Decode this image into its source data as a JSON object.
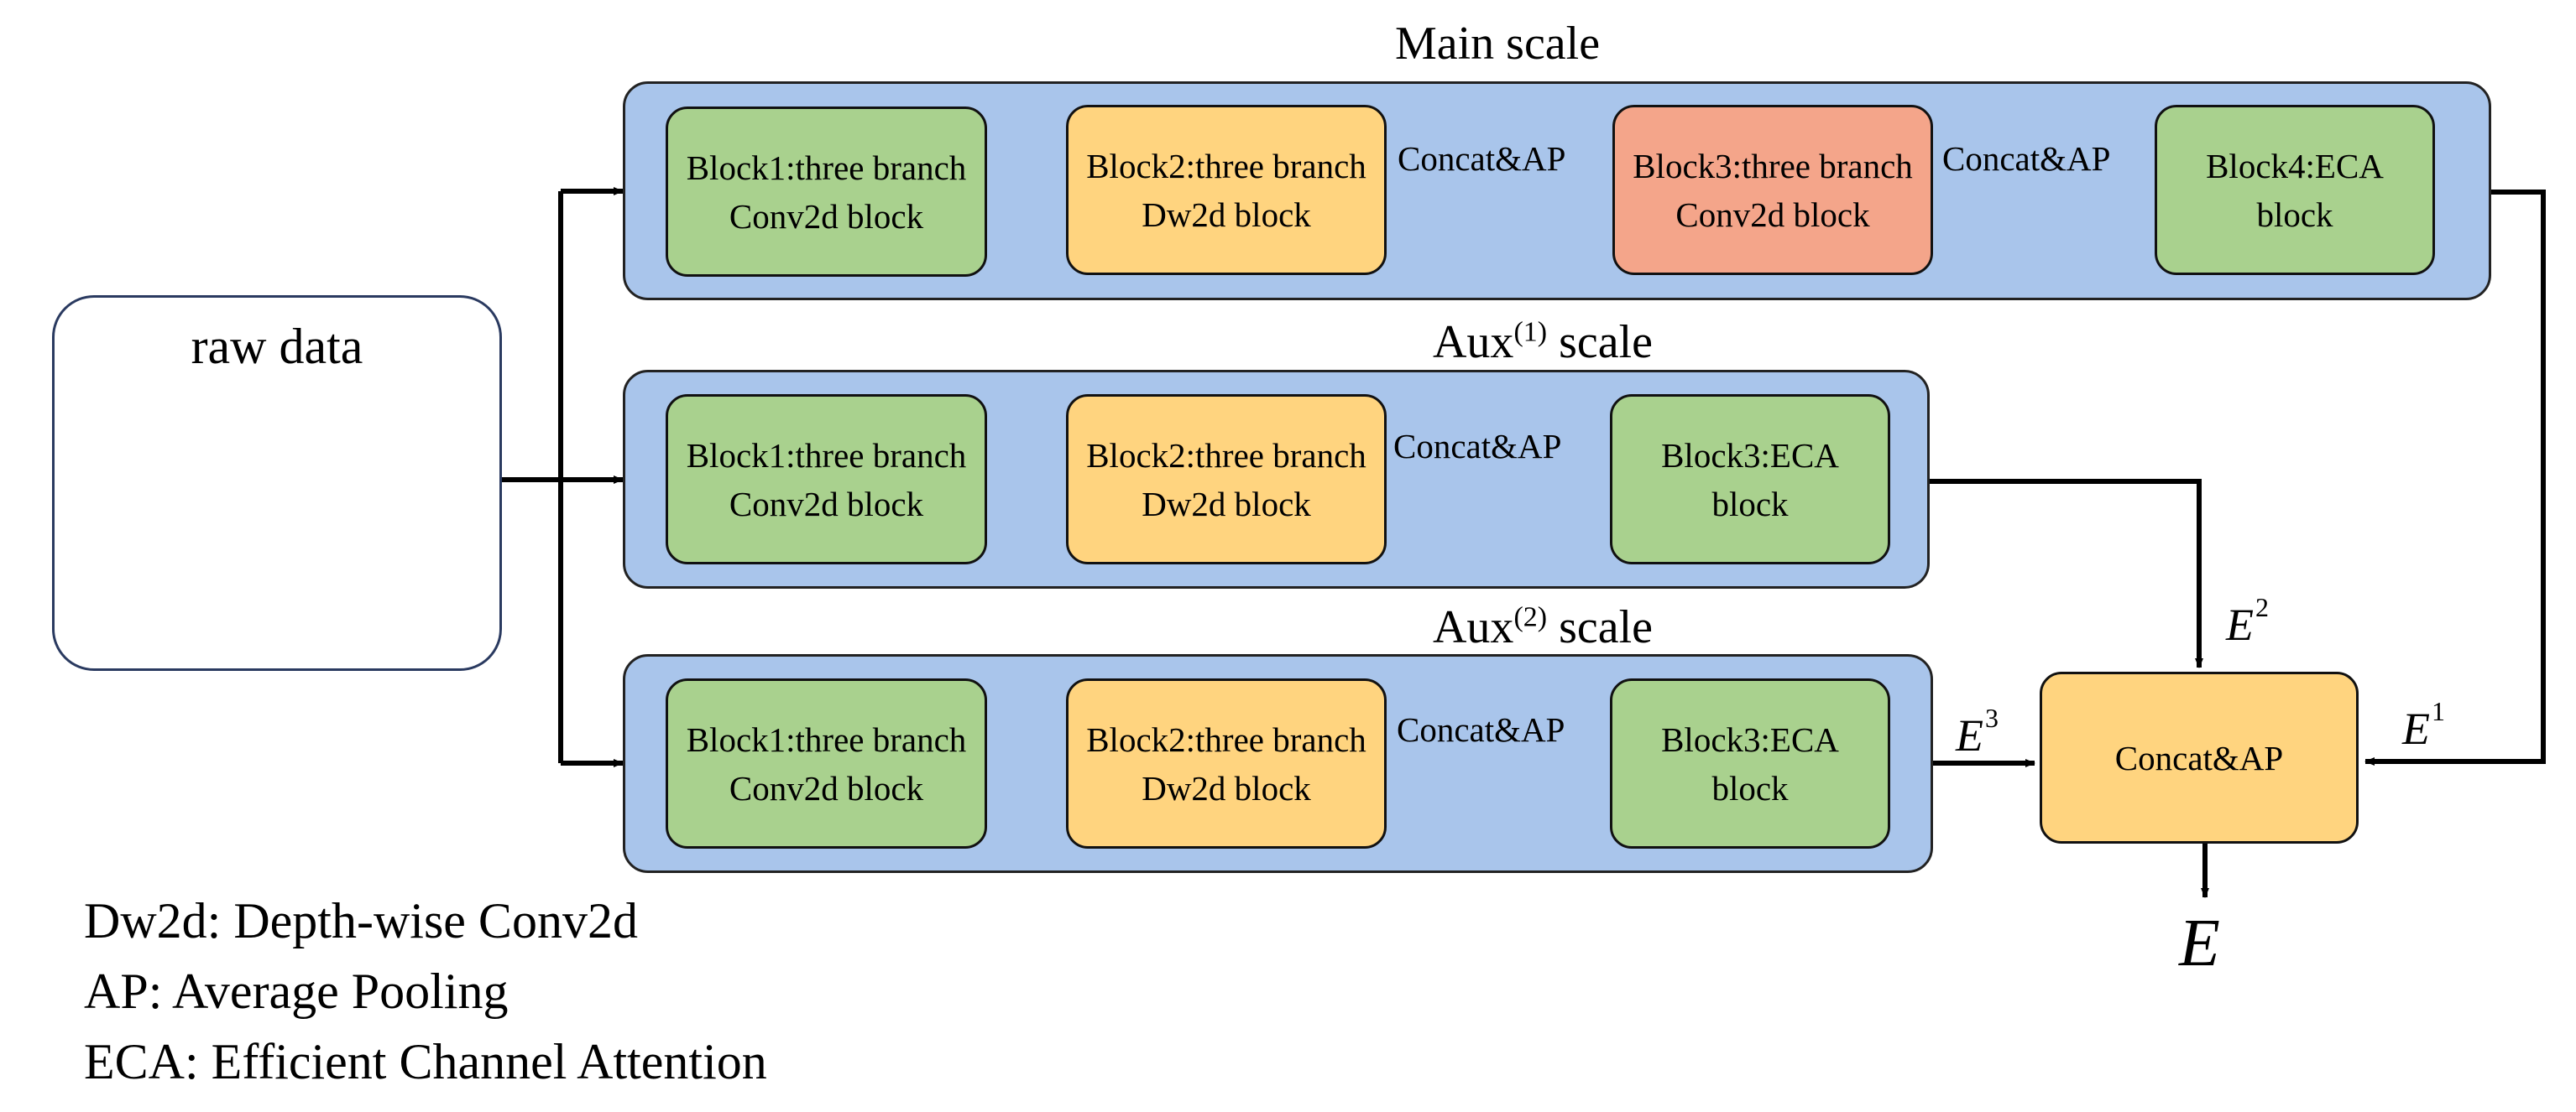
{
  "raw_data": {
    "title": "raw data"
  },
  "scales": {
    "main": {
      "title": "Main scale",
      "blocks": {
        "b1": "Block1:three branch Conv2d block",
        "b2": "Block2:three branch Dw2d block",
        "b3": "Block3:three branch Conv2d block",
        "b4": "Block4:ECA block"
      },
      "edge_labels": {
        "e23": "Concat&AP",
        "e34": "Concat&AP"
      }
    },
    "aux1": {
      "title_prefix": "Aux",
      "title_sup": "(1)",
      "title_suffix": " scale",
      "blocks": {
        "b1": "Block1:three branch Conv2d block",
        "b2": "Block2:three branch Dw2d block",
        "b3": "Block3:ECA block"
      },
      "edge_labels": {
        "e23": "Concat&AP"
      }
    },
    "aux2": {
      "title_prefix": "Aux",
      "title_sup": "(2)",
      "title_suffix": " scale",
      "blocks": {
        "b1": "Block1:three branch Conv2d block",
        "b2": "Block2:three branch Dw2d block",
        "b3": "Block3:ECA block"
      },
      "edge_labels": {
        "e23": "Concat&AP"
      }
    }
  },
  "fusion": {
    "label": "Concat&AP",
    "inputs": {
      "e1": {
        "symbol": "E",
        "sup": "1"
      },
      "e2": {
        "symbol": "E",
        "sup": "2"
      },
      "e3": {
        "symbol": "E",
        "sup": "3"
      }
    },
    "output": "E"
  },
  "legend": [
    "Dw2d: Depth-wise Conv2d",
    "AP: Average Pooling",
    "ECA: Efficient Channel Attention"
  ],
  "colors": {
    "panel": "#a9c5eb",
    "conv_block": "#a9d18e",
    "dw_block": "#ffd47f",
    "conv_block_main_b3": "#f4a58a",
    "fusion_block": "#ffd47f"
  }
}
